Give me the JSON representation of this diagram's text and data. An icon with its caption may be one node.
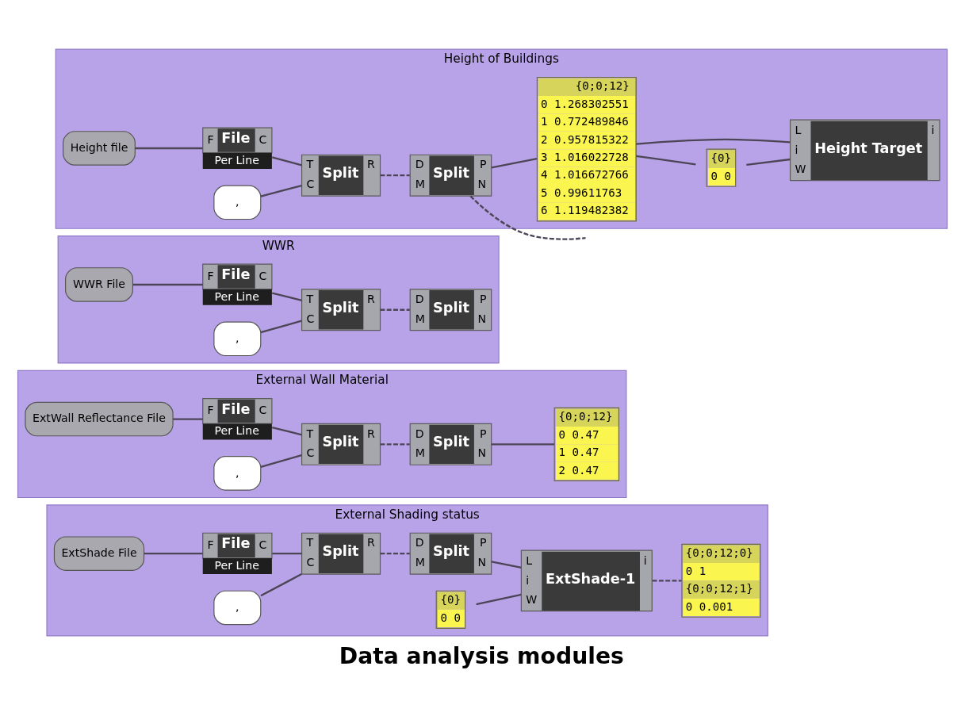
{
  "diagram": {
    "caption": "Data analysis modules",
    "nodes": [
      {
        "text": [
          "Height of Buildings"
        ]
      },
      {
        "text": [
          "Height file"
        ],
        "in": 0
      },
      {
        "text": [
          "F",
          "File",
          "C"
        ],
        "beside": [
          "Per Line"
        ],
        "in": 0
      },
      {
        "text": [
          ","
        ],
        "in": 0
      },
      {
        "text": [
          "T",
          "C",
          "Split",
          "R"
        ],
        "in": 0
      },
      {
        "text": [
          "D",
          "M",
          "Split",
          "P",
          "N"
        ],
        "in": 0
      },
      {
        "text": [
          "{0;0;12}",
          "0 1.268302551",
          "1 0.772489846",
          "2 0.957815322",
          "3 1.016022728",
          "4 1.016672766",
          "5 0.99611763",
          "6 1.119482382"
        ],
        "in": 0
      },
      {
        "text": [
          "{0}",
          "0 0"
        ],
        "in": 0
      },
      {
        "text": [
          "L",
          "i",
          "W",
          "Height Target",
          "i"
        ],
        "in": 0
      },
      {
        "text": [
          "WWR"
        ]
      },
      {
        "text": [
          "WWR File"
        ],
        "in": 9
      },
      {
        "text": [
          "F",
          "File",
          "C"
        ],
        "beside": [
          "Per Line"
        ],
        "in": 9
      },
      {
        "text": [
          ","
        ],
        "in": 9
      },
      {
        "text": [
          "T",
          "C",
          "Split",
          "R"
        ],
        "in": 9
      },
      {
        "text": [
          "D",
          "M",
          "Split",
          "P",
          "N"
        ],
        "in": 9
      },
      {
        "text": [
          "External Wall Material"
        ]
      },
      {
        "text": [
          "ExtWall Reflectance File"
        ],
        "in": 15
      },
      {
        "text": [
          "F",
          "File",
          "C"
        ],
        "beside": [
          "Per Line"
        ],
        "in": 15
      },
      {
        "text": [
          ","
        ],
        "in": 15
      },
      {
        "text": [
          "T",
          "C",
          "Split",
          "R"
        ],
        "in": 15
      },
      {
        "text": [
          "D",
          "M",
          "Split",
          "P",
          "N"
        ],
        "in": 15
      },
      {
        "text": [
          "{0;0;12}",
          "0 0.47",
          "1 0.47",
          "2 0.47"
        ],
        "in": 15
      },
      {
        "text": [
          "External Shading status"
        ]
      },
      {
        "text": [
          "ExtShade File"
        ],
        "in": 22
      },
      {
        "text": [
          "F",
          "File",
          "C"
        ],
        "beside": [
          "Per Line"
        ],
        "in": 22
      },
      {
        "text": [
          ","
        ],
        "in": 22
      },
      {
        "text": [
          "T",
          "C",
          "Split",
          "R"
        ],
        "in": 22
      },
      {
        "text": [
          "D",
          "M",
          "Split",
          "P",
          "N"
        ],
        "in": 22
      },
      {
        "text": [
          "L",
          "i",
          "W",
          "ExtShade-1",
          "i"
        ],
        "in": 22
      },
      {
        "text": [
          "{0}",
          "0 0"
        ],
        "in": 22
      },
      {
        "text": [
          "{0;0;12;0}",
          "0 1",
          "{0;0;12;1}",
          "0 0.001"
        ],
        "in": 22
      }
    ],
    "edges": [
      {
        "from": 1,
        "to": 2,
        "arrow": "none"
      },
      {
        "from": 2,
        "to": 4,
        "arrow": "none"
      },
      {
        "from": 3,
        "to": 4,
        "arrow": "none"
      },
      {
        "from": 4,
        "to": 5,
        "arrow": "none",
        "style": "dashed"
      },
      {
        "from": 5,
        "to": 6,
        "arrow": "none"
      },
      {
        "from": 5,
        "to": null,
        "arrow": "none",
        "style": "dashed"
      },
      {
        "from": 6,
        "to": 7,
        "arrow": "none"
      },
      {
        "from": 6,
        "to": 8,
        "arrow": "none"
      },
      {
        "from": 7,
        "to": 8,
        "arrow": "none"
      },
      {
        "from": 10,
        "to": 11,
        "arrow": "none"
      },
      {
        "from": 11,
        "to": 13,
        "arrow": "none"
      },
      {
        "from": 12,
        "to": 13,
        "arrow": "none"
      },
      {
        "from": 13,
        "to": 14,
        "arrow": "none",
        "style": "dashed"
      },
      {
        "from": 16,
        "to": 17,
        "arrow": "none"
      },
      {
        "from": 17,
        "to": 19,
        "arrow": "none"
      },
      {
        "from": 18,
        "to": 19,
        "arrow": "none"
      },
      {
        "from": 19,
        "to": 20,
        "arrow": "none",
        "style": "dashed"
      },
      {
        "from": 20,
        "to": 21,
        "arrow": "none"
      },
      {
        "from": 23,
        "to": 24,
        "arrow": "none"
      },
      {
        "from": 24,
        "to": 26,
        "arrow": "none"
      },
      {
        "from": 25,
        "to": 26,
        "arrow": "none"
      },
      {
        "from": 26,
        "to": 27,
        "arrow": "none",
        "style": "dashed"
      },
      {
        "from": 27,
        "to": 28,
        "arrow": "none"
      },
      {
        "from": 29,
        "to": 28,
        "arrow": "none"
      },
      {
        "from": 28,
        "to": 30,
        "arrow": "none",
        "style": "dashed"
      }
    ]
  }
}
